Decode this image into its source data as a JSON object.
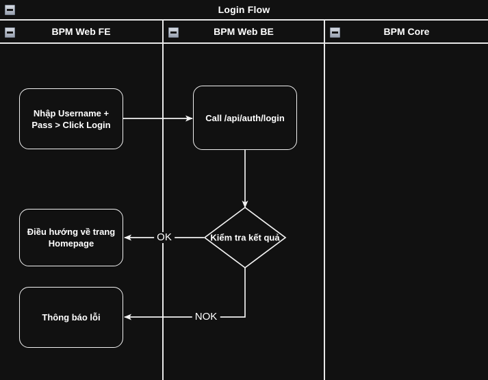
{
  "diagram": {
    "title": "Login Flow",
    "type": "bpmn-pool-lanes-flowchart",
    "colors": {
      "background": "#111111",
      "stroke": "#f2f2f2",
      "text": "#ffffff",
      "icon_face": "#b8c0cc",
      "icon_border": "#7d8695"
    },
    "pool_collapse_icon": "minus-box-icon"
  },
  "lanes": [
    {
      "id": "fe",
      "label": "BPM Web FE",
      "collapse_icon": "minus-box-icon"
    },
    {
      "id": "be",
      "label": "BPM Web BE",
      "collapse_icon": "minus-box-icon"
    },
    {
      "id": "core",
      "label": "BPM Core",
      "collapse_icon": "minus-box-icon"
    }
  ],
  "nodes": [
    {
      "id": "n1",
      "lane": "fe",
      "shape": "rounded-rectangle",
      "label": "Nhập Username +\nPass > Click Login"
    },
    {
      "id": "n2",
      "lane": "be",
      "shape": "rounded-rectangle",
      "label": "Call /api/auth/login"
    },
    {
      "id": "n3",
      "lane": "be",
      "shape": "diamond",
      "label": "Kiểm tra kết quả"
    },
    {
      "id": "n4",
      "lane": "fe",
      "shape": "rounded-rectangle",
      "label": "Điều hướng về trang\nHomepage"
    },
    {
      "id": "n5",
      "lane": "fe",
      "shape": "rounded-rectangle",
      "label": "Thông báo lỗi"
    }
  ],
  "edges": [
    {
      "id": "e1",
      "from": "n1",
      "to": "n2",
      "label": ""
    },
    {
      "id": "e2",
      "from": "n2",
      "to": "n3",
      "label": ""
    },
    {
      "id": "e3",
      "from": "n3",
      "to": "n4",
      "label": "OK"
    },
    {
      "id": "e4",
      "from": "n3",
      "to": "n5",
      "label": "NOK"
    }
  ]
}
